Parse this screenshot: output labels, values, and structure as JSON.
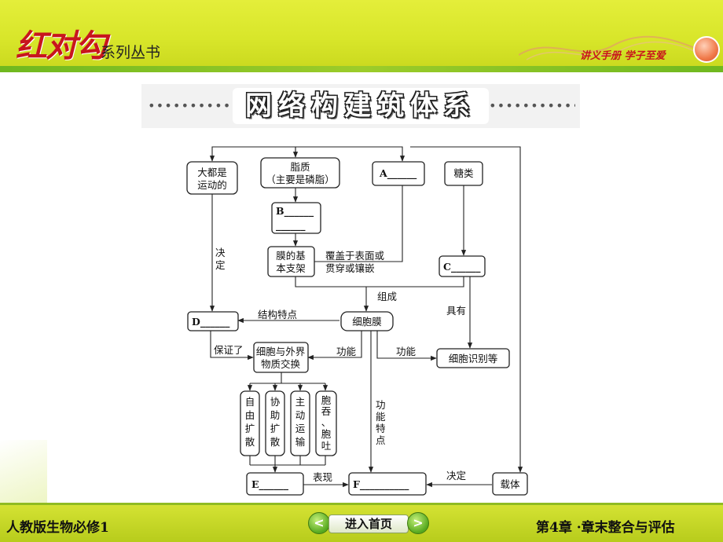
{
  "header": {
    "logo": "红对勾",
    "series": "系列丛书",
    "slogan": "讲义手册 学子至爱"
  },
  "footer": {
    "left": "人教版生物必修1",
    "home": "进入首页",
    "prev": "<",
    "next": ">",
    "right": "第4章 ·章末整合与评估"
  },
  "banner": {
    "title": "网络构建筑体系",
    "dots": "•••••••••••"
  },
  "diagram": {
    "nodes": {
      "motion": [
        "大都是",
        "运动的"
      ],
      "lipid": [
        "脂质",
        "（主要是磷脂）"
      ],
      "a": "A______",
      "sugar": "糖类",
      "b": [
        "B______",
        "______"
      ],
      "basic": [
        "膜的基",
        "本支架"
      ],
      "cover": [
        "覆盖于表面或",
        "贯穿或镶嵌"
      ],
      "c": "C______",
      "compose": "组成",
      "have": "具有",
      "d": "D______",
      "struct": "结构特点",
      "membrane": "细胞膜",
      "decide1": [
        "决",
        "定"
      ],
      "ensure": "保证了",
      "exchange": [
        "细胞与外界",
        "物质交换"
      ],
      "func1": "功能",
      "func2": "功能",
      "recog": "细胞识别等",
      "funcfeat": [
        "功",
        "能",
        "特",
        "点"
      ],
      "free": [
        "自",
        "由",
        "扩",
        "散"
      ],
      "assist": [
        "协",
        "助",
        "扩",
        "散"
      ],
      "active": [
        "主",
        "动",
        "运",
        "输"
      ],
      "cyto": [
        "胞",
        "吞",
        "、",
        "胞",
        "吐"
      ],
      "e": "E______",
      "show": "表现",
      "f": "F__________",
      "decide2": "决定",
      "carrier": "载体"
    }
  }
}
